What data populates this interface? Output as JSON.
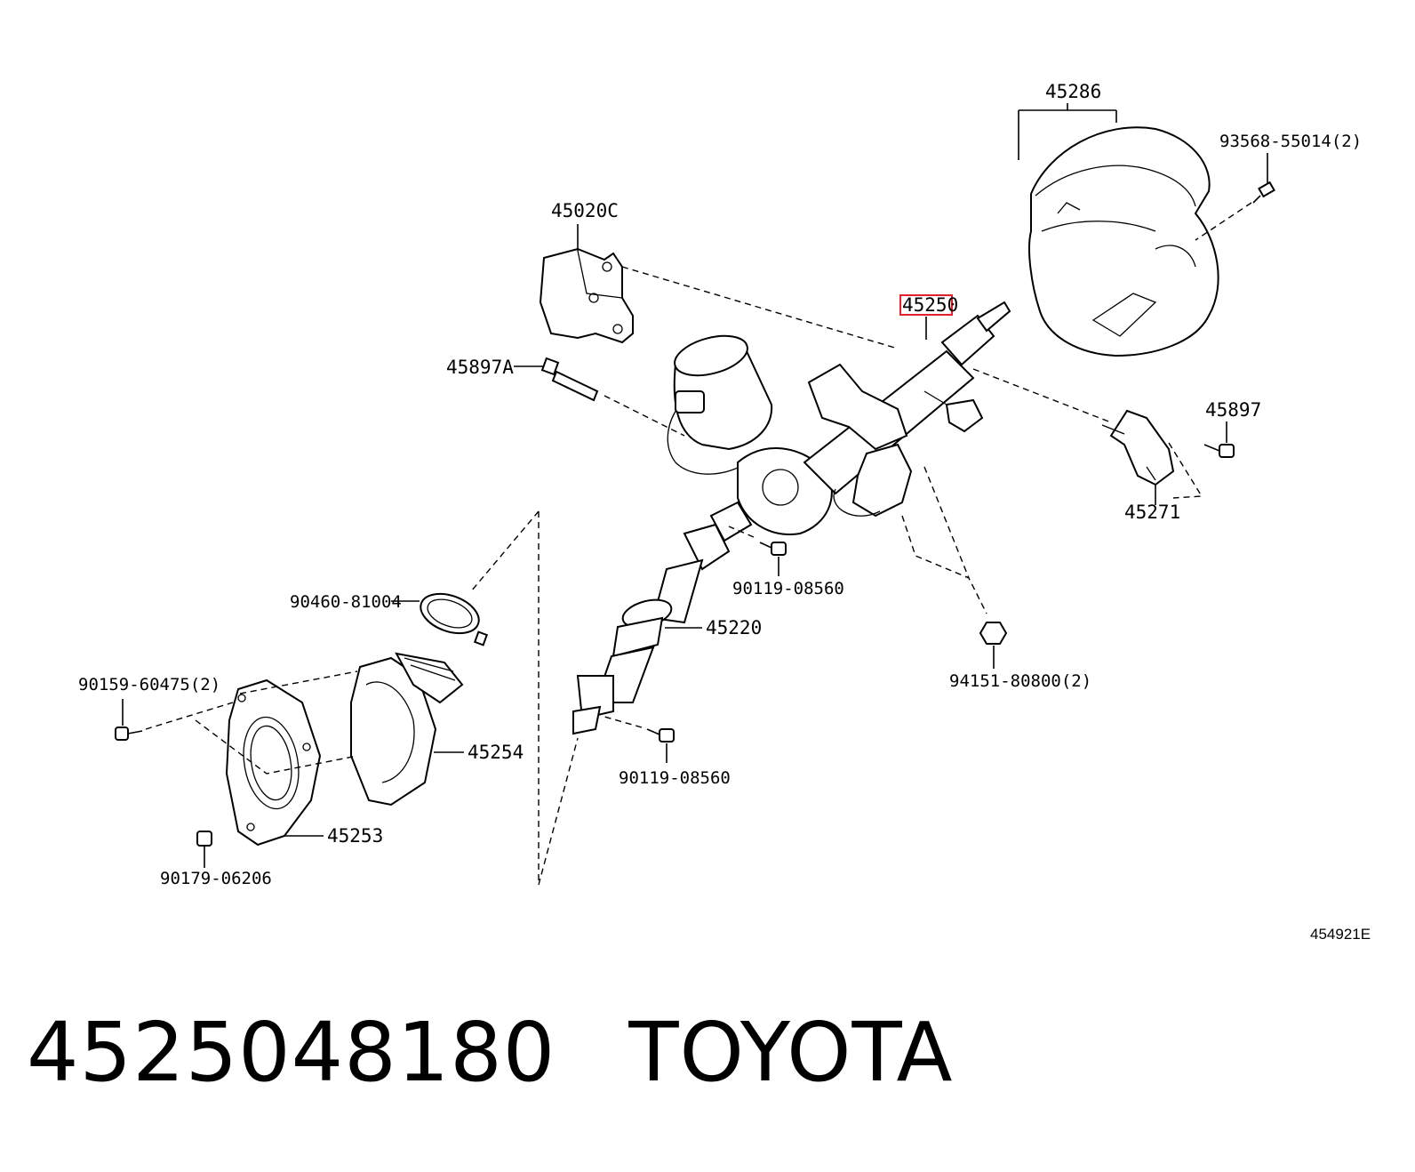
{
  "part_labels": {
    "p45286": "45286",
    "p93568": "93568-55014(2)",
    "p45020c": "45020C",
    "p45250": "45250",
    "p45897a": "45897A",
    "p45897": "45897",
    "p45271": "45271",
    "p90119_top": "90119-08560",
    "p90460": "90460-81004",
    "p45220": "45220",
    "p94151": "94151-80800(2)",
    "p90159": "90159-60475(2)",
    "p45254": "45254",
    "p90119_bottom": "90119-08560",
    "p45253": "45253",
    "p90179": "90179-06206"
  },
  "diagram_ref": "454921E",
  "footer": {
    "part_number": "4525048180",
    "brand": "TOYOTA"
  },
  "colors": {
    "highlight": "#e0202a",
    "ink": "#000000"
  }
}
